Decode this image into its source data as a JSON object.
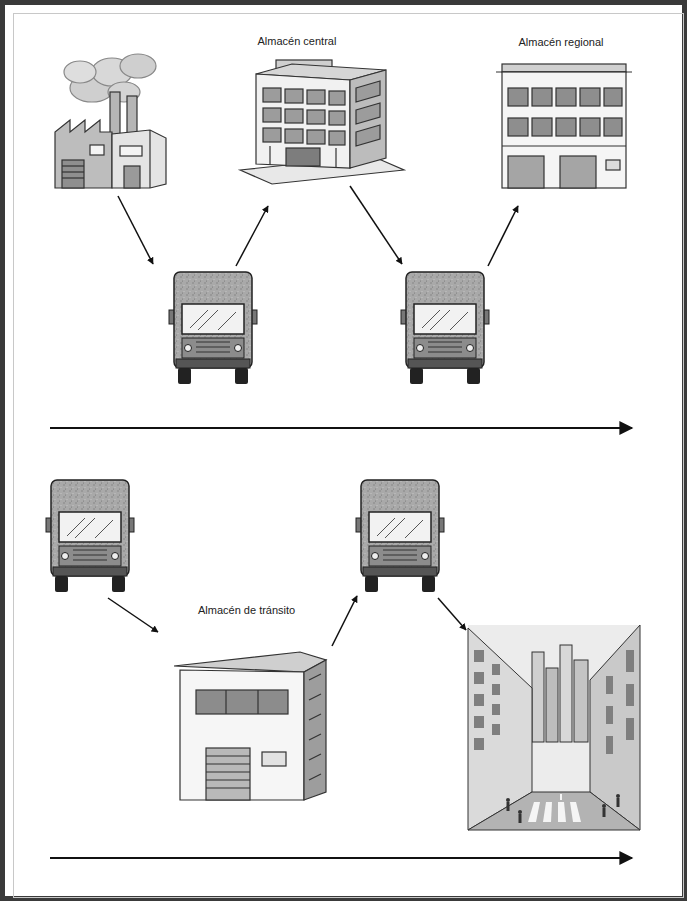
{
  "diagram": {
    "nodes": [
      {
        "text": [
          "Almacén central"
        ]
      },
      {
        "text": [
          "Almacén regional"
        ]
      },
      {
        "text": [
          "Almacén de tránsito"
        ]
      }
    ]
  }
}
